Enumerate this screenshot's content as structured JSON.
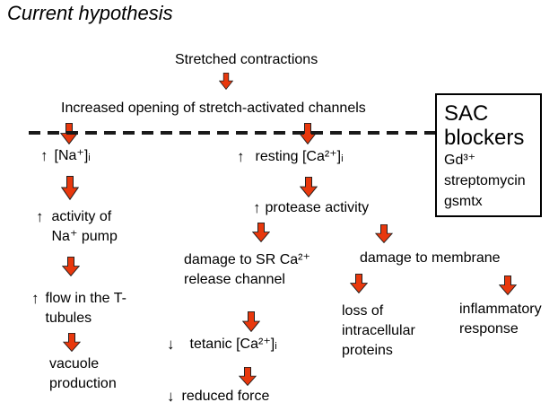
{
  "title": "Current hypothesis",
  "glyphs": {
    "up": "↑",
    "down": "↓"
  },
  "nodes": {
    "stretched": "Stretched contractions",
    "increased": "Increased opening of stretch-activated channels",
    "na": "[Na⁺]ᵢ",
    "pump": [
      "activity of",
      "Na⁺ pump"
    ],
    "flow": [
      "flow in the T-",
      "tubules"
    ],
    "vacuole": [
      "vacuole",
      "production"
    ],
    "resting": "resting [Ca²⁺]ᵢ",
    "protease": "protease activity",
    "damage_sr": [
      "damage to SR Ca²⁺",
      "release channel"
    ],
    "tetanic": "tetanic [Ca²⁺]ᵢ",
    "reduced": "reduced force",
    "damage_mem": "damage to membrane",
    "loss": [
      "loss of",
      "intracellular",
      "proteins"
    ],
    "inflammatory": [
      "inflammatory",
      "response"
    ]
  },
  "sac_box": {
    "title": [
      "SAC",
      "blockers"
    ],
    "items": [
      "Gd³⁺",
      "streptomycin",
      "gsmtx"
    ]
  },
  "colors": {
    "background": "#ffffff",
    "text": "#000000",
    "line": "#1a1a1a",
    "box_border": "#000000",
    "arrow_fill": "#e8380d",
    "arrow_outline": "#202020"
  }
}
